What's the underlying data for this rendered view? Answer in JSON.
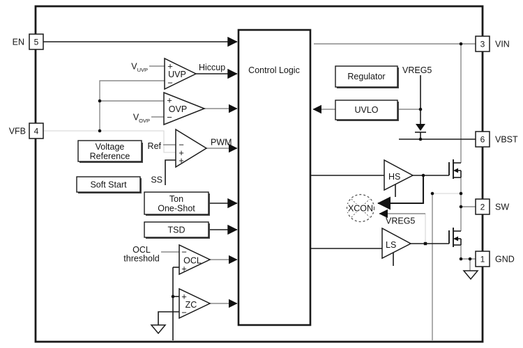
{
  "pins": {
    "en": {
      "number": "5",
      "label": "EN"
    },
    "vfb": {
      "number": "4",
      "label": "VFB"
    },
    "vin": {
      "number": "3",
      "label": "VIN"
    },
    "vbst": {
      "number": "6",
      "label": "VBST"
    },
    "sw": {
      "number": "2",
      "label": "SW"
    },
    "gnd": {
      "number": "1",
      "label": "GND"
    }
  },
  "blocks": {
    "control_logic": "Control Logic",
    "voltage_reference": {
      "line1": "Voltage",
      "line2": "Reference"
    },
    "soft_start": "Soft Start",
    "ton_one_shot": {
      "line1": "Ton",
      "line2": "One-Shot"
    },
    "tsd": "TSD",
    "regulator": "Regulator",
    "uvlo": "UVLO"
  },
  "signs": {
    "plus": "+",
    "minus": "−"
  },
  "comparators": {
    "uvp": {
      "name": "UVP",
      "threshold_main": "V",
      "threshold_sub": "UVP",
      "output_label": "Hiccup"
    },
    "ovp": {
      "name": "OVP",
      "threshold_main": "V",
      "threshold_sub": "OVP"
    },
    "pwm": {
      "output_label": "PWM",
      "ref_label": "Ref",
      "ss_label": "SS"
    },
    "ocl": {
      "name": "OCL",
      "threshold_line1": "OCL",
      "threshold_line2": "threshold"
    },
    "zc": {
      "name": "ZC"
    }
  },
  "drivers": {
    "hs": "HS",
    "ls": "LS"
  },
  "xcon": {
    "label": "XCON"
  },
  "rails": {
    "vreg5_top": "VREG5",
    "vreg5_ls": "VREG5"
  },
  "colors": {
    "line_black": "#1a1a1a",
    "line_gray": "#8a8a8a",
    "line_faint": "#dcdcdc",
    "background": "#ffffff"
  }
}
